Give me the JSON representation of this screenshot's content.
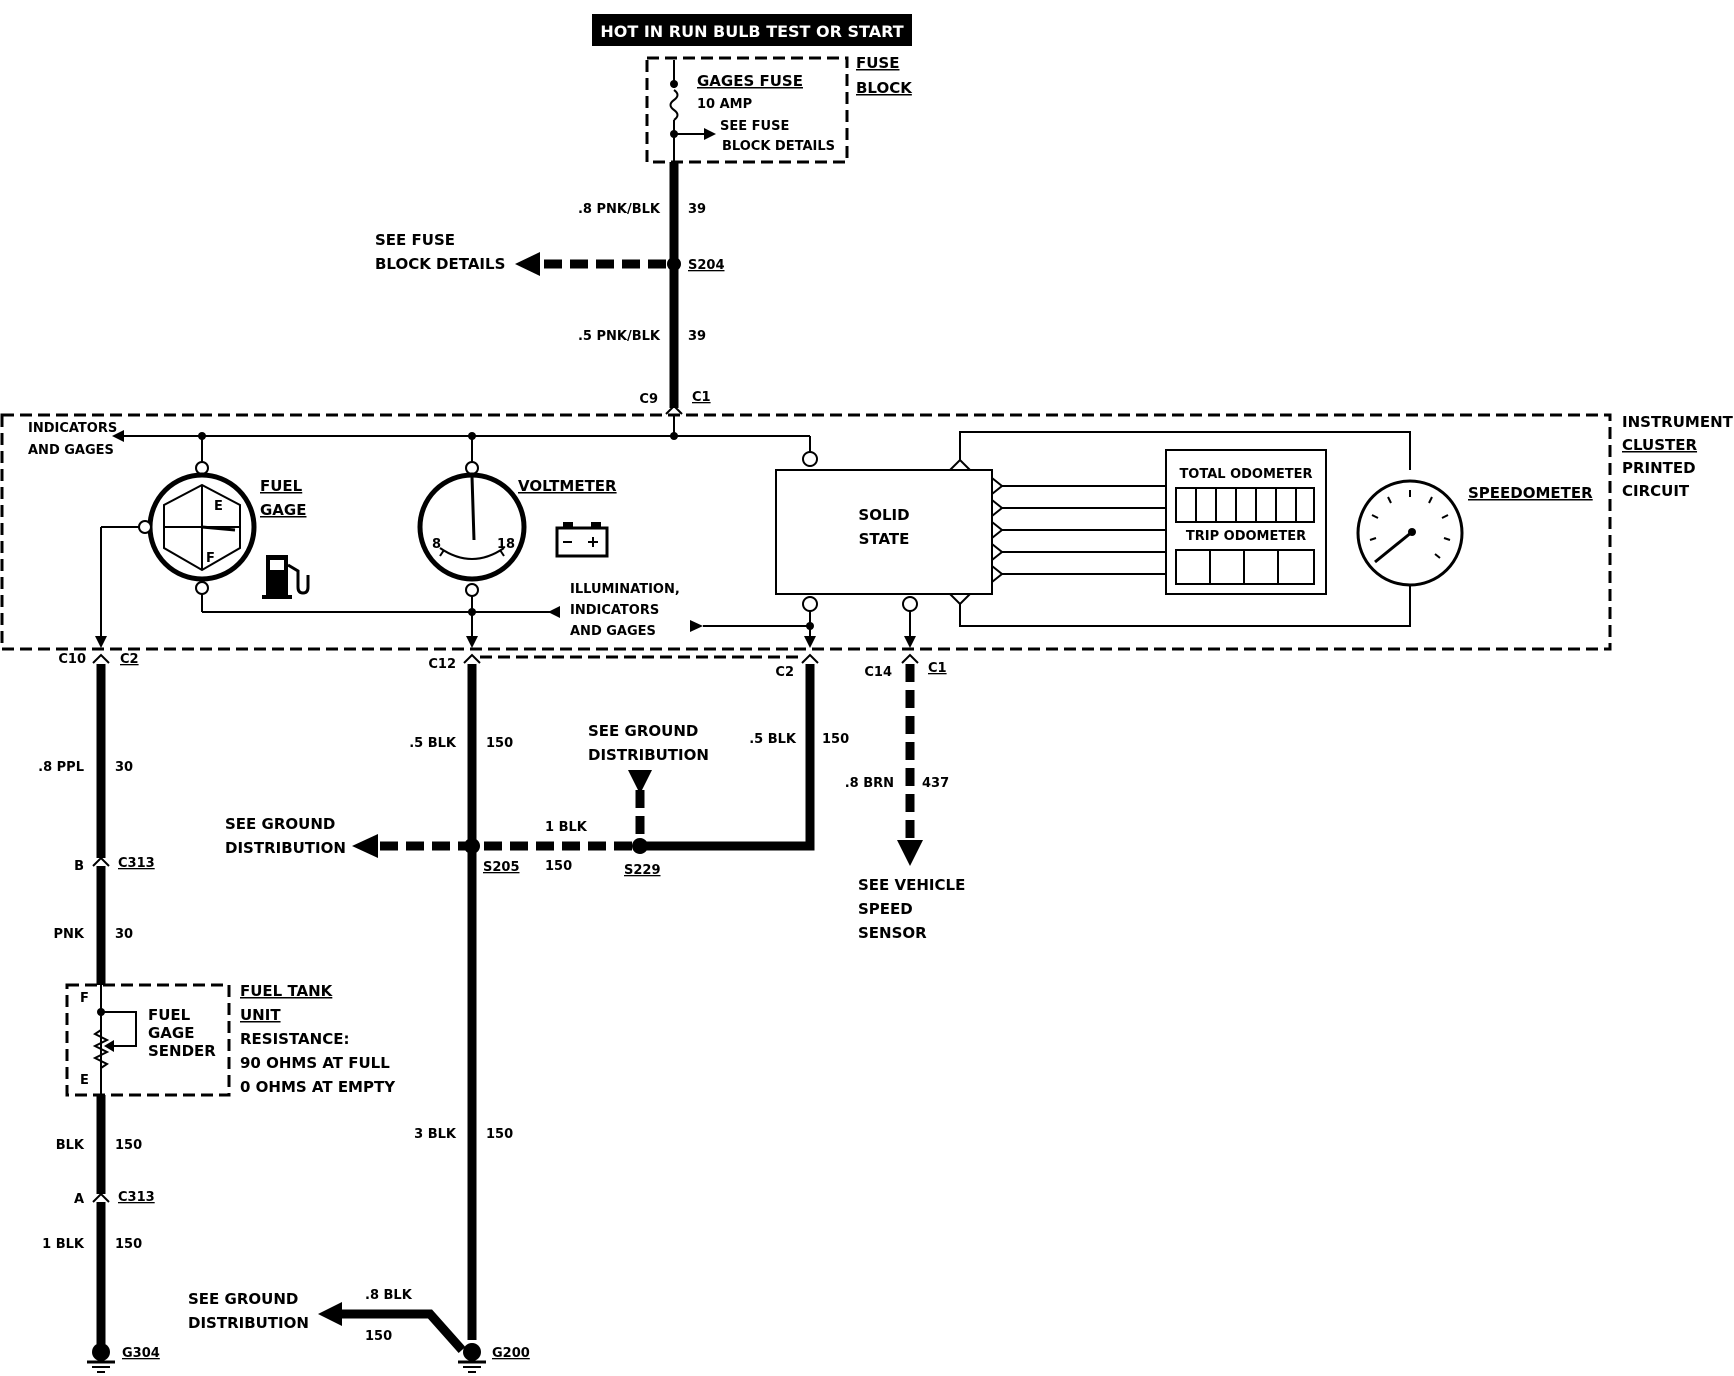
{
  "header": {
    "banner": "HOT IN RUN BULB TEST OR START"
  },
  "fuse_block": {
    "title_line1": "FUSE",
    "title_line2": "BLOCK",
    "fuse_name": "GAGES FUSE",
    "fuse_rating": "10 AMP",
    "details_line1": "SEE FUSE",
    "details_line2": "BLOCK DETAILS"
  },
  "splice_s204": {
    "name": "S204",
    "see_line1": "SEE FUSE",
    "see_line2": "BLOCK DETAILS"
  },
  "wires": {
    "w1_gauge": ".8 PNK/BLK",
    "w1_circuit": "39",
    "w2_gauge": ".5 PNK/BLK",
    "w2_circuit": "39",
    "fuel_gauge": ".8 PPL",
    "fuel_circuit": "30",
    "pnk_gauge": "PNK",
    "pnk_circuit": "30",
    "blk_gauge": "BLK",
    "blk_circuit": "150",
    "blk1_gauge": "1 BLK",
    "blk1_circuit": "150",
    "c12_gauge": ".5 BLK",
    "c12_circuit": "150",
    "c2r_gauge": ".5 BLK",
    "c2r_circuit": "150",
    "mid_gauge": "1 BLK",
    "mid_circuit": "150",
    "c14_gauge": ".8 BRN",
    "c14_circuit": "437",
    "g200a_gauge": "3 BLK",
    "g200a_circuit": "150",
    "g200b_gauge": ".8 BLK",
    "g200b_circuit": "150"
  },
  "connectors": {
    "c9": "C9",
    "c1_top": "C1",
    "c10": "C10",
    "c2_left": "C2",
    "c12": "C12",
    "c2_right": "C2",
    "c14": "C14",
    "c1_right": "C1",
    "c313_b_pin": "B",
    "c313_b": "C313",
    "c313_a_pin": "A",
    "c313_a": "C313"
  },
  "cluster": {
    "title_line1": "INSTRUMENT",
    "title_line2": "CLUSTER",
    "title_line3": "PRINTED",
    "title_line4": "CIRCUIT",
    "indicators_line1": "INDICATORS",
    "indicators_line2": "AND GAGES",
    "fuel_gage_line1": "FUEL",
    "fuel_gage_line2": "GAGE",
    "fuel_e": "E",
    "fuel_f": "F",
    "voltmeter": "VOLTMETER",
    "volt_min": "8",
    "volt_max": "18",
    "illum_line1": "ILLUMINATION,",
    "illum_line2": "INDICATORS",
    "illum_line3": "AND GAGES",
    "solid_line1": "SOLID",
    "solid_line2": "STATE",
    "total_odometer": "TOTAL ODOMETER",
    "trip_odometer": "TRIP ODOMETER",
    "speedometer": "SPEEDOMETER"
  },
  "ground": {
    "gd_top_line1": "SEE GROUND",
    "gd_top_line2": "DISTRIBUTION",
    "gd_left_line1": "SEE GROUND",
    "gd_left_line2": "DISTRIBUTION",
    "gd_bottom_line1": "SEE GROUND",
    "gd_bottom_line2": "DISTRIBUTION",
    "s205": "S205",
    "s229": "S229",
    "g304": "G304",
    "g200": "G200"
  },
  "vss": {
    "line1": "SEE VEHICLE",
    "line2": "SPEED",
    "line3": "SENSOR"
  },
  "fuel_tank": {
    "title_line1": "FUEL TANK",
    "title_line2": "UNIT",
    "res_label": "RESISTANCE:",
    "res_full": "90 OHMS AT FULL",
    "res_empty": "0 OHMS AT EMPTY",
    "sender_line1": "FUEL",
    "sender_line2": "GAGE",
    "sender_line3": "SENDER",
    "pin_f": "F",
    "pin_e": "E"
  }
}
